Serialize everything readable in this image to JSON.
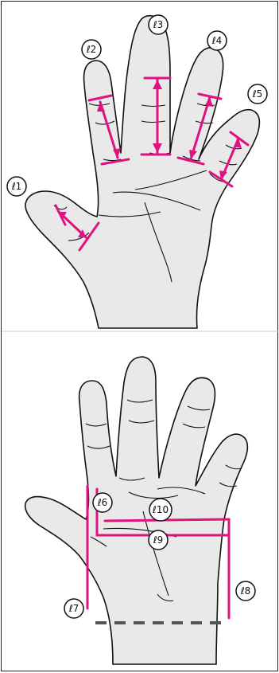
{
  "colors": {
    "skin": "#e9e9e9",
    "outline": "#111111",
    "accent": "#e0127f",
    "dash": "#555555"
  },
  "labels": {
    "l1": "ℓ1",
    "l2": "ℓ2",
    "l3": "ℓ3",
    "l4": "ℓ4",
    "l5": "ℓ5",
    "l6": "ℓ6",
    "l7": "ℓ7",
    "l8": "ℓ8",
    "l9": "ℓ9",
    "l10": "ℓ10"
  }
}
